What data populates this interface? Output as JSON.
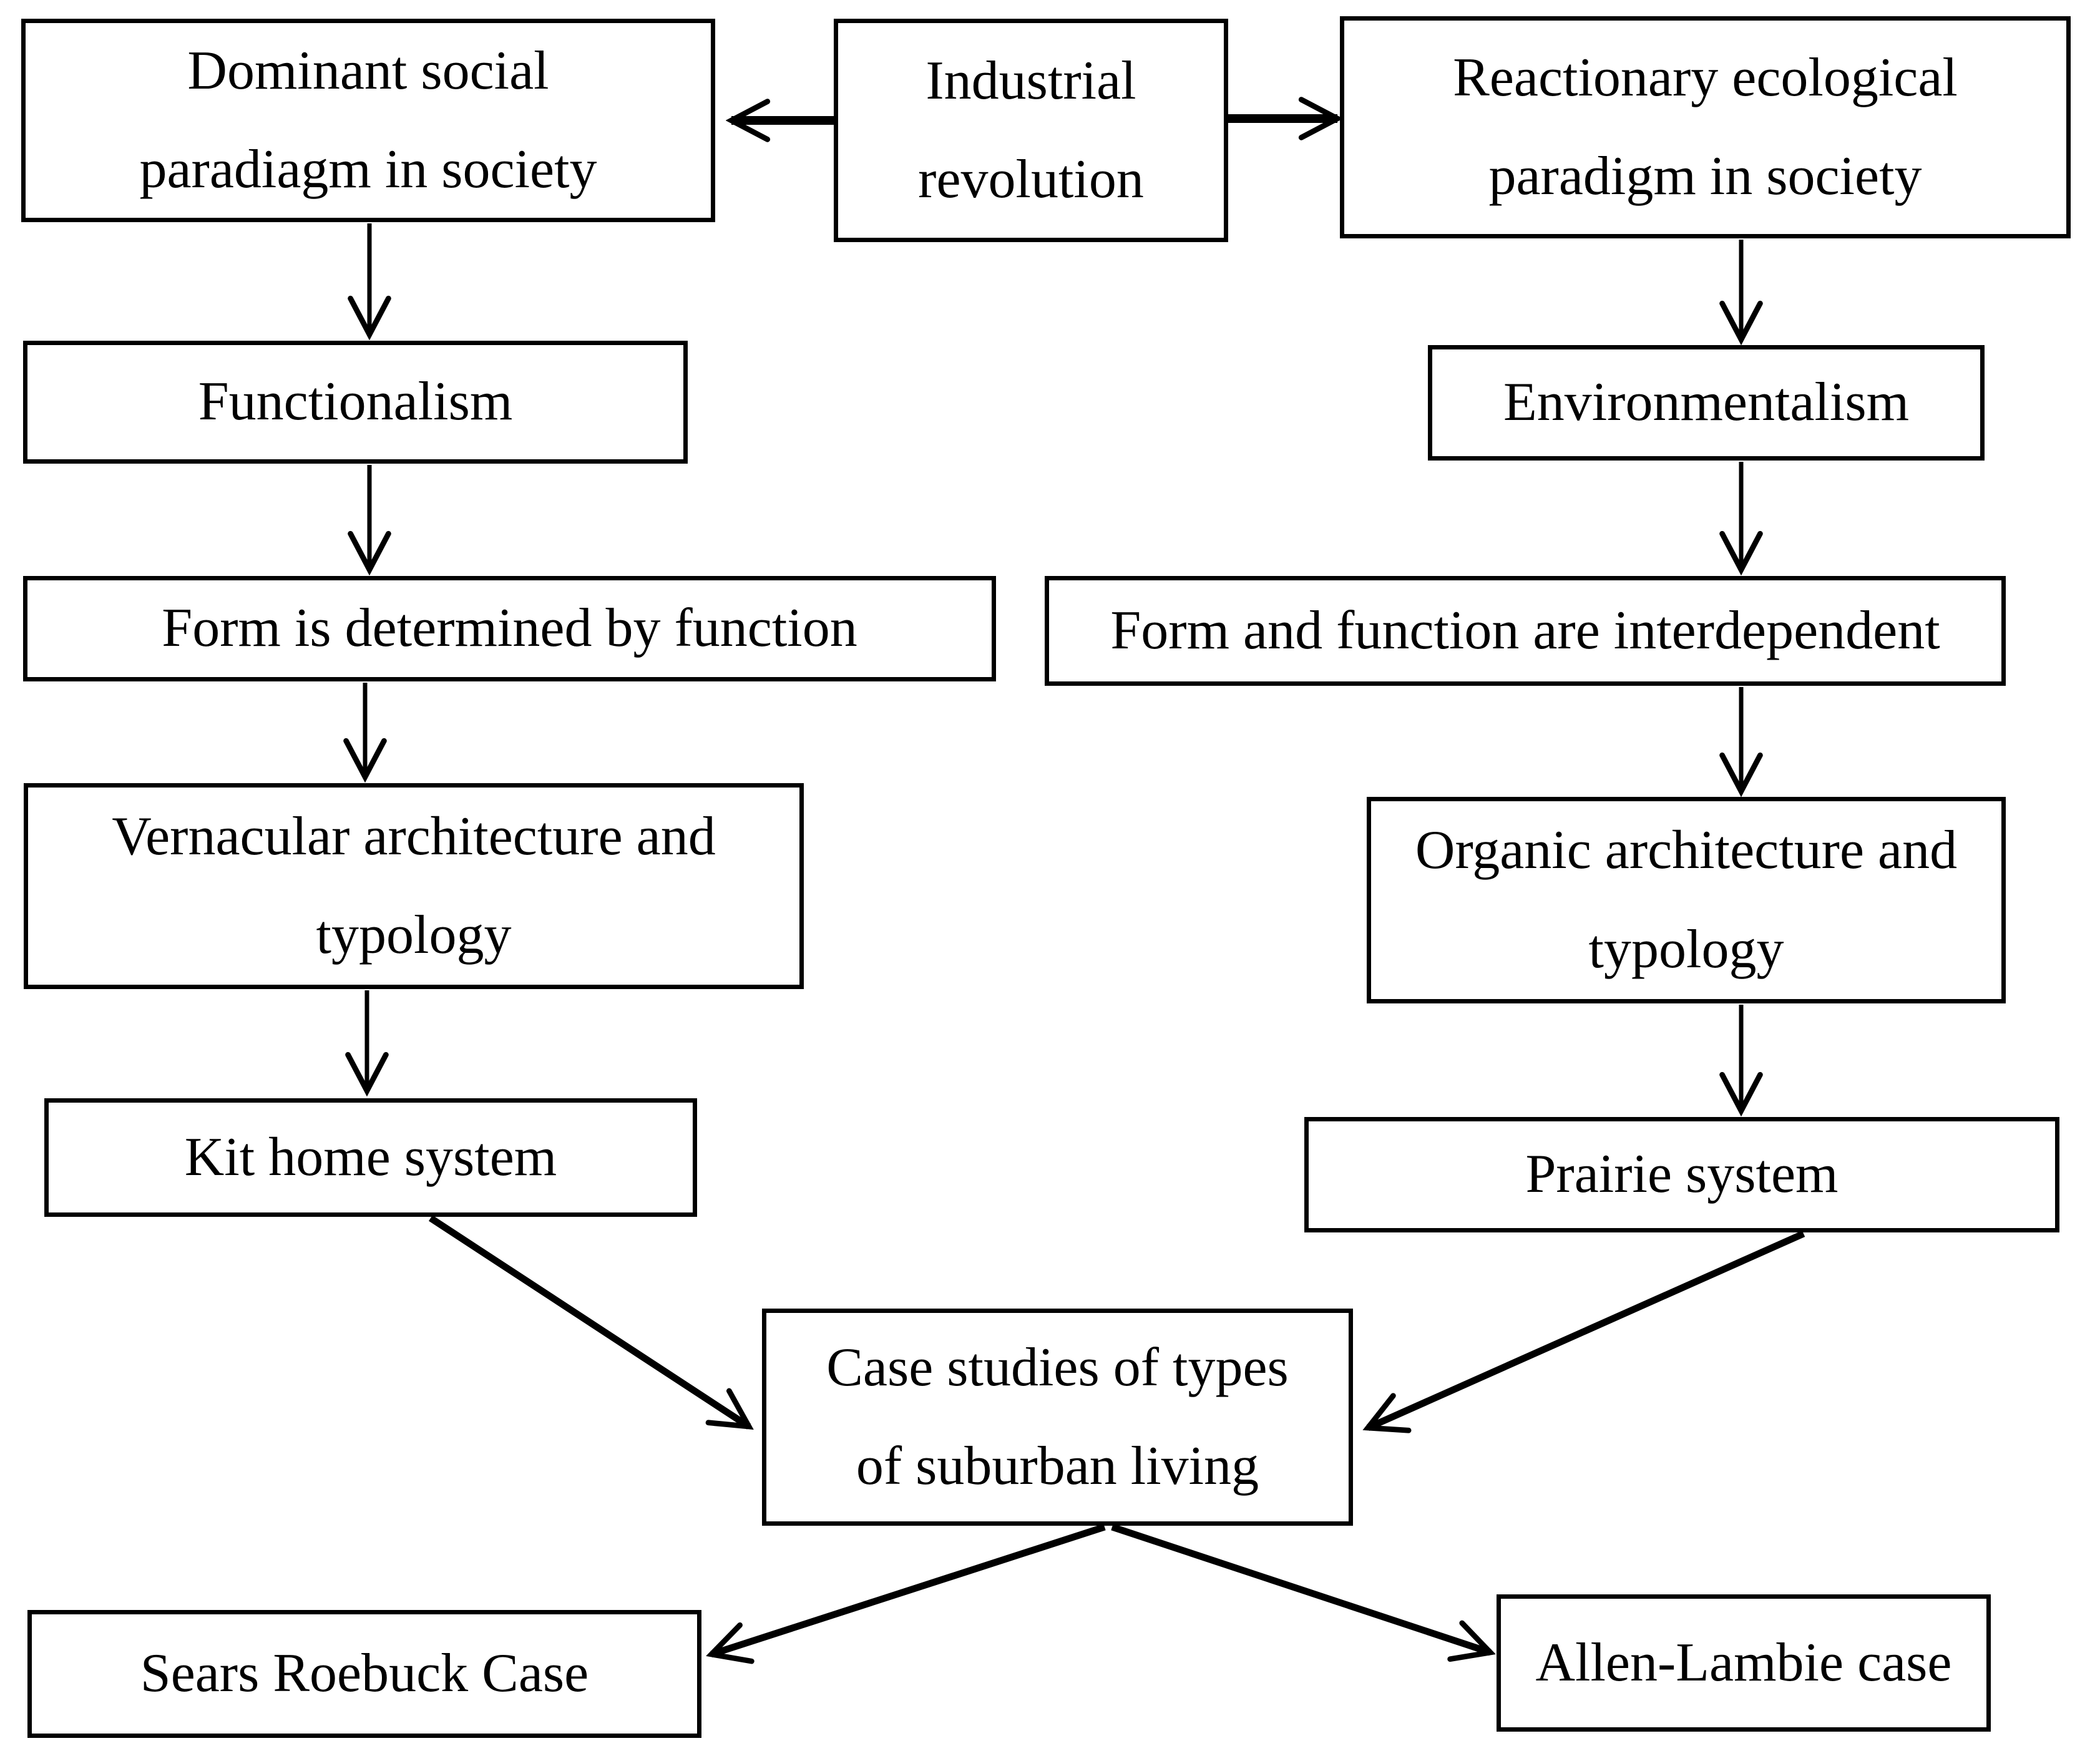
{
  "diagram": {
    "type": "flowchart",
    "colors": {
      "stroke": "#000000",
      "background": "#ffffff",
      "text": "#000000"
    },
    "nodes": {
      "dominant_social": {
        "lines": [
          "Dominant social",
          "paradiagm in society"
        ]
      },
      "industrial_revolution": {
        "lines": [
          "Industrial",
          "revolution"
        ]
      },
      "reactionary_ecological": {
        "lines": [
          "Reactionary ecological",
          "paradigm in society"
        ]
      },
      "functionalism": {
        "lines": [
          "Functionalism"
        ]
      },
      "environmentalism": {
        "lines": [
          "Environmentalism"
        ]
      },
      "form_determined": {
        "lines": [
          "Form is determined by function"
        ]
      },
      "form_interdependent": {
        "lines": [
          "Form and function are interdependent"
        ]
      },
      "vernacular": {
        "lines": [
          "Vernacular architecture and",
          "typology"
        ]
      },
      "organic": {
        "lines": [
          "Organic architecture and",
          "typology"
        ]
      },
      "kit_home": {
        "lines": [
          "Kit home system"
        ]
      },
      "prairie": {
        "lines": [
          "Prairie system"
        ]
      },
      "case_studies": {
        "lines": [
          "Case studies of types",
          "of suburban living"
        ]
      },
      "sears": {
        "lines": [
          "Sears Roebuck Case"
        ]
      },
      "allen_lambie": {
        "lines": [
          "Allen-Lambie case"
        ]
      }
    },
    "edges": [
      {
        "from": "industrial_revolution",
        "to": "dominant_social"
      },
      {
        "from": "industrial_revolution",
        "to": "reactionary_ecological"
      },
      {
        "from": "dominant_social",
        "to": "functionalism"
      },
      {
        "from": "functionalism",
        "to": "form_determined"
      },
      {
        "from": "form_determined",
        "to": "vernacular"
      },
      {
        "from": "vernacular",
        "to": "kit_home"
      },
      {
        "from": "kit_home",
        "to": "case_studies"
      },
      {
        "from": "reactionary_ecological",
        "to": "environmentalism"
      },
      {
        "from": "environmentalism",
        "to": "form_interdependent"
      },
      {
        "from": "form_interdependent",
        "to": "organic"
      },
      {
        "from": "organic",
        "to": "prairie"
      },
      {
        "from": "prairie",
        "to": "case_studies"
      },
      {
        "from": "case_studies",
        "to": "sears"
      },
      {
        "from": "case_studies",
        "to": "allen_lambie"
      }
    ]
  }
}
